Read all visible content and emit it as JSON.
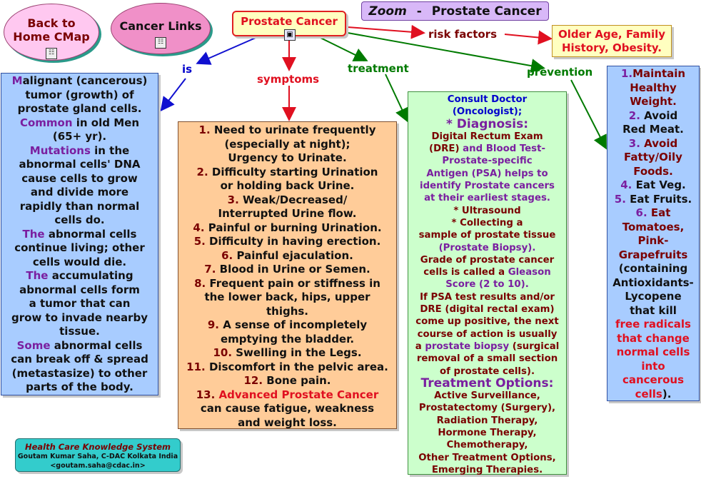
{
  "nav": {
    "back_line1": "Back to",
    "back_line2": "Home CMap",
    "links_label": "Cancer Links"
  },
  "concept": {
    "title": "Prostate Cancer"
  },
  "zoom": {
    "prefix": "Zoom",
    "dash": "-",
    "title": "Prostate Cancer"
  },
  "linking_phrases": {
    "is": "is",
    "symptoms": "symptoms",
    "treatment": "treatment",
    "prevention": "prevention",
    "risk_factors": "risk factors"
  },
  "risk_box": {
    "line1": "Older Age, Family",
    "line2": "History, Obesity."
  },
  "is_box": {
    "l1a": "M",
    "l1b": "alignant (cancerous)",
    "l2": "tumor (growth) of",
    "l3": "prostate gland cells.",
    "l4a": "Common",
    "l4b": " in old Men",
    "l5": "(65+ yr).",
    "l6a": "Mutations",
    "l6b": " in the",
    "l7": "abnormal cells' DNA",
    "l8": "cause cells to grow",
    "l9": "and divide more",
    "l10": "rapidly than normal",
    "l11": "cells do.",
    "l12a": "The",
    "l12b": " abnormal cells",
    "l13": "continue living; other",
    "l14": "cells would die.",
    "l15a": "The",
    "l15b": " accumulating",
    "l16": "abnormal cells form",
    "l17": "a tumor that can",
    "l18": "grow to invade nearby",
    "l19": "tissue.",
    "l20a": "Some",
    "l20b": " abnormal cells",
    "l21": "can break off & spread",
    "l22": "(metastasize) to other",
    "l23": "parts of the body."
  },
  "symptoms_box": {
    "s1n": "1.",
    "s1a": " Need to urinate frequently",
    "s1b": "(especially at night);",
    "s1c": "Urgency to Urinate.",
    "s2n": "2.",
    "s2a": " Difficulty starting Urination",
    "s2b": "or holding back Urine.",
    "s3n": "3.",
    "s3a": " Weak/Decreased/",
    "s3b": "Interrupted Urine flow.",
    "s4n": "4.",
    "s4a": " Painful or burning Urination.",
    "s5n": "5.",
    "s5a": " Difficulty in having erection.",
    "s6n": "6.",
    "s6a": " Painful ejaculation.",
    "s7n": "7.",
    "s7a": " Blood in Urine or Semen.",
    "s8n": "8.",
    "s8a": " Frequent pain or stiffness in",
    "s8b": "the lower back, hips, upper",
    "s8c": "thighs.",
    "s9n": "9.",
    "s9a": " A sense of incompletely",
    "s9b": "emptying the bladder.",
    "s10n": "10.",
    "s10a": " Swelling in the Legs.",
    "s11n": "11.",
    "s11a": " Discomfort in the pelvic area.",
    "s12n": "12.",
    "s12a": " Bone pain.",
    "s13n": "13.",
    "s13a": " Advanced Prostate Cancer",
    "s13b": "can cause fatigue, weakness",
    "s13c": "and weight loss."
  },
  "treatment_box": {
    "t1": "Consult Doctor",
    "t2": "(Oncologist);",
    "t3": "* Diagnosis:",
    "t4": "Digital Rectum Exam",
    "t5a": "(DRE)",
    "t5b": " and Blood Test-",
    "t6": "Prostate-specific",
    "t7": "Antigen (PSA) helps to",
    "t8": "identify Prostate cancers",
    "t9": "at their earliest stages.",
    "t10": "* Ultrasound",
    "t11": "* Collecting a",
    "t12": "sample of prostate tissue",
    "t13": "(Prostate Biopsy).",
    "t14": "Grade of prostate cancer",
    "t15a": "cells is called a ",
    "t15b": "Gleason",
    "t16": "Score (2 to 10).",
    "t17": "If PSA test results and/or",
    "t18": "DRE (digital rectal exam)",
    "t19": "come up positive, the next",
    "t20": "course of action is usually",
    "t21a": "a ",
    "t21b": "prostate biopsy",
    "t21c": " (surgical",
    "t22": "removal of a small section",
    "t23": "of prostate cells).",
    "t24": "Treatment Options:",
    "t25": "Active Surveillance,",
    "t26": "Prostatectomy (Surgery),",
    "t27": "Radiation Therapy,",
    "t28": "Hormone Therapy,",
    "t29": "Chemotherapy,",
    "t30": "Other Treatment Options,",
    "t31": "Emerging Therapies."
  },
  "prevention_box": {
    "p1a": "1.",
    "p1b": "Maintain",
    "p2": "Healthy",
    "p3": "Weight.",
    "p4n": "2.",
    "p4a": " Avoid",
    "p5": "Red Meat.",
    "p6n": "3.",
    "p6a": " Avoid",
    "p7": "Fatty/Oily",
    "p8": "Foods.",
    "p9n": "4.",
    "p9a": " Eat Veg.",
    "p10n": "5.",
    "p10a": " Eat Fruits.",
    "p11n": "6.",
    "p11a": " Eat",
    "p12": "Tomatoes,",
    "p13": "Pink-",
    "p14": "Grapefruits",
    "p15": "(containing",
    "p16": "Antioxidants-",
    "p17": "Lycopene",
    "p18": "that kill",
    "p19": "free radicals",
    "p20": "that change",
    "p21": "normal cells",
    "p22": "into",
    "p23": "cancerous",
    "p24a": "cells",
    "p24b": ")."
  },
  "footer": {
    "title": "Health Care Knowledge System",
    "author": "Goutam Kumar Saha, C-DAC Kolkata India",
    "email": "<goutam.saha@cdac.in>"
  },
  "icons": {
    "cmap": "concept-map-icon",
    "image": "image-icon"
  },
  "colors": {
    "is_box": "#a8ccff",
    "symptoms_box": "#ffcc99",
    "treatment_box": "#ccffcc",
    "prevention_box": "#a8ccff",
    "concept": "#ffffc0",
    "zoom": "#d8b8f8",
    "back_oval": "#ffc8f0",
    "links_oval": "#f090c8",
    "footer": "#33cccc"
  }
}
